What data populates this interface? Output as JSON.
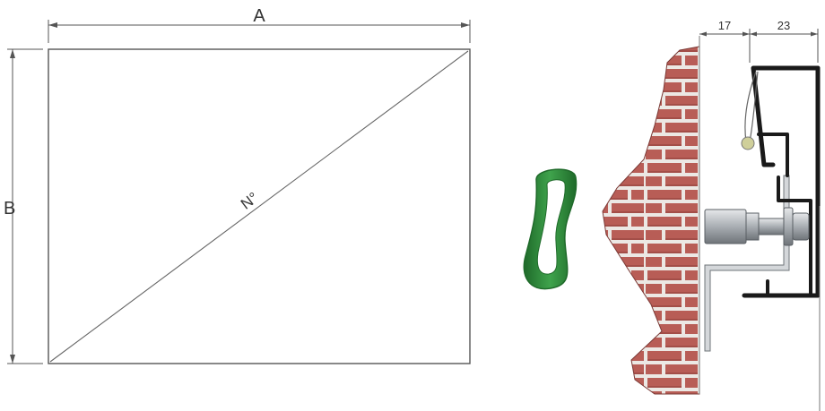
{
  "frame_diagram": {
    "width_label": "A",
    "height_label": "B",
    "diagonal_label": "N°"
  },
  "profile_section": {
    "dim_left": "17",
    "dim_right": "23"
  },
  "colors": {
    "line": "#555555",
    "brick": "#b85d56",
    "brick_shadow": "#8e3f3a",
    "mortar": "#ece8e4",
    "profile_black": "#1a1a1a",
    "steel": "#b0b4b8",
    "green_ring": "#2e8b3a",
    "green_ring_dark": "#1f6a2a"
  }
}
